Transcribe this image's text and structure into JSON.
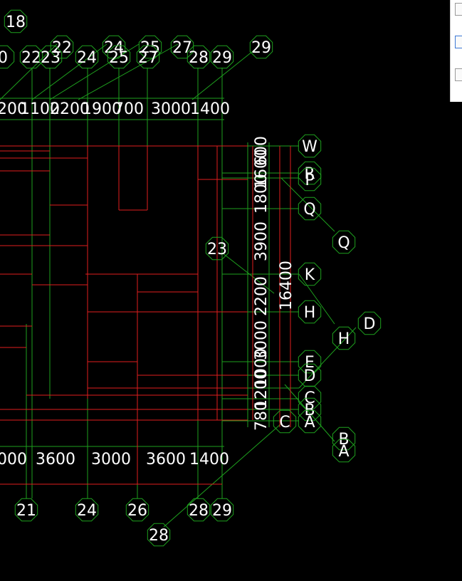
{
  "colors": {
    "background": "#000000",
    "grid_line": "#1ea01e",
    "wall": "#e01e1e",
    "bubble_stroke": "#1ea01e",
    "text": "#ffffff"
  },
  "axes_top_row_1": [
    "18"
  ],
  "axes_top_row_2": [
    "22",
    "24",
    "25",
    "27",
    "29"
  ],
  "axes_top_row_3": [
    "0",
    "22",
    "23",
    "24",
    "25",
    "27",
    "28",
    "29"
  ],
  "axes_bottom": [
    "21",
    "24",
    "26",
    "28",
    "29"
  ],
  "axes_bottom_extra": [
    "28"
  ],
  "axes_right": [
    "W",
    "R",
    "P",
    "Q",
    "K",
    "H",
    "E",
    "D",
    "C",
    "B",
    "A"
  ],
  "axes_right_extra": [
    "Q",
    "D",
    "H",
    "B",
    "A",
    "C",
    "23"
  ],
  "dims_top": [
    "200",
    "1100",
    "2200",
    "1900",
    "700",
    "3000",
    "1400"
  ],
  "dims_bottom": [
    "000",
    "3600",
    "3000",
    "3600",
    "1400"
  ],
  "dims_right": [
    "600",
    "1600",
    "1800",
    "3900",
    "2200",
    "3000",
    "1000",
    "1200",
    "780"
  ],
  "dims_right_total": "16400",
  "panel": {
    "controls": [
      "panel-checkbox",
      "panel-button",
      "panel-list"
    ]
  }
}
